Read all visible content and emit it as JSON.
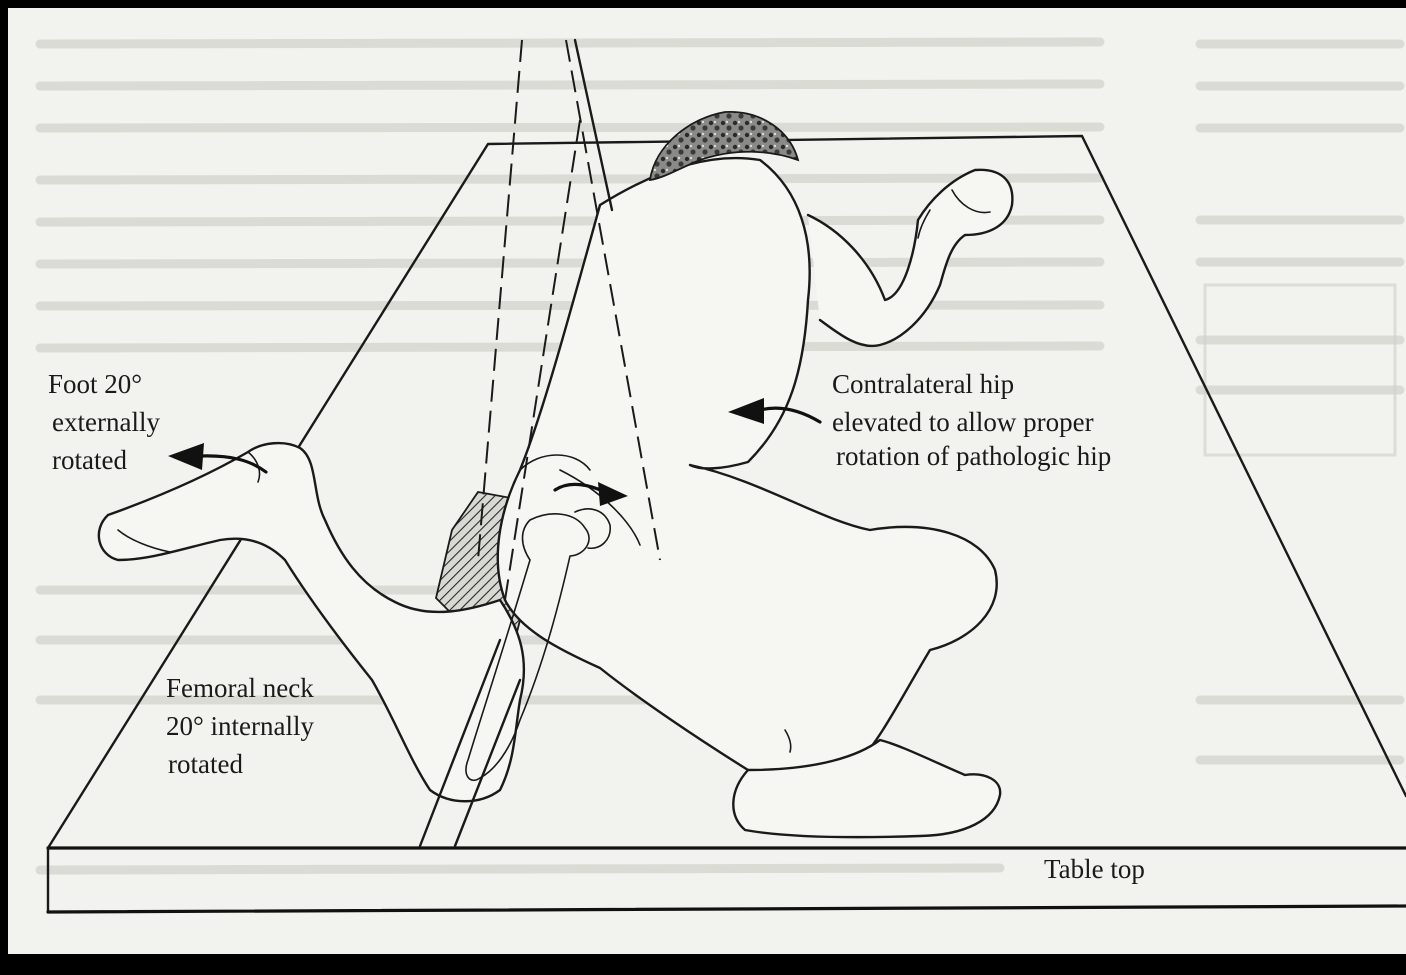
{
  "figure": {
    "labels": {
      "foot": [
        "Foot 20°",
        "externally",
        "rotated"
      ],
      "contralateral": [
        "Contralateral hip",
        "elevated to allow proper",
        "rotation of pathologic hip"
      ],
      "femoral": [
        "Femoral neck",
        "20° internally",
        "rotated"
      ],
      "table": "Table top"
    },
    "colors": {
      "background": "#000000",
      "paper": "#f2f2ee",
      "ink": "#1a1a1a"
    }
  }
}
